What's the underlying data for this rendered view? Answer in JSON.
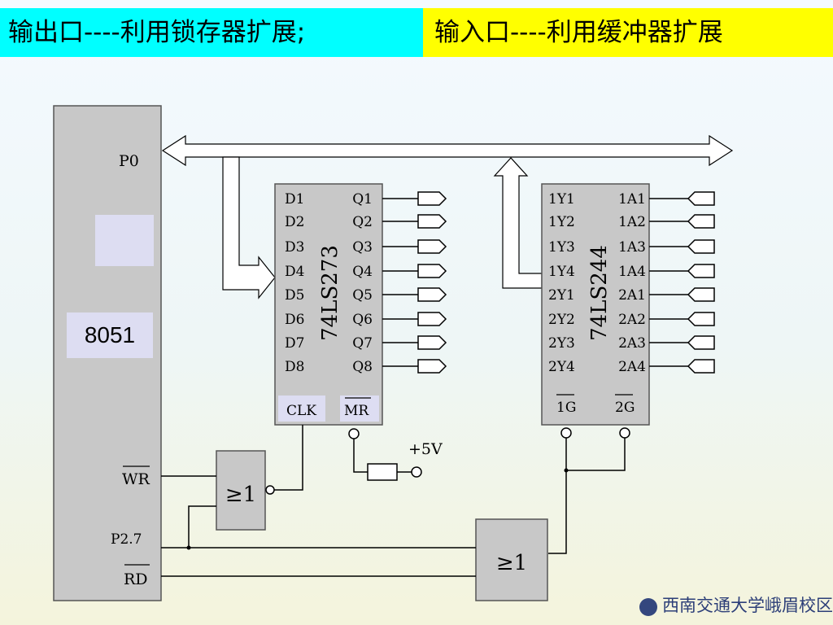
{
  "titles": {
    "output": "输出口----利用锁存器扩展;",
    "input": "输入口----利用缓冲器扩展"
  },
  "cpu": {
    "name": "8051",
    "pins": {
      "p0": "P0",
      "wr": "WR",
      "p27": "P2.7",
      "rd": "RD"
    }
  },
  "latch": {
    "name": "74LS273",
    "inputs": [
      "D1",
      "D2",
      "D3",
      "D4",
      "D5",
      "D6",
      "D7",
      "D8"
    ],
    "outputs": [
      "Q1",
      "Q2",
      "Q3",
      "Q4",
      "Q5",
      "Q6",
      "Q7",
      "Q8"
    ],
    "clk": "CLK",
    "mr": "MR"
  },
  "buffer": {
    "name": "74LS244",
    "outputs": [
      "1Y1",
      "1Y2",
      "1Y3",
      "1Y4",
      "2Y1",
      "2Y2",
      "2Y3",
      "2Y4"
    ],
    "inputs": [
      "1A1",
      "1A2",
      "1A3",
      "1A4",
      "2A1",
      "2A2",
      "2A3",
      "2A4"
    ],
    "g1": "1G",
    "g2": "2G"
  },
  "gates": {
    "or_gate_1": "≥1",
    "or_gate_2": "≥1"
  },
  "power": "+5V",
  "footer": "西南交通大学峨眉校区"
}
